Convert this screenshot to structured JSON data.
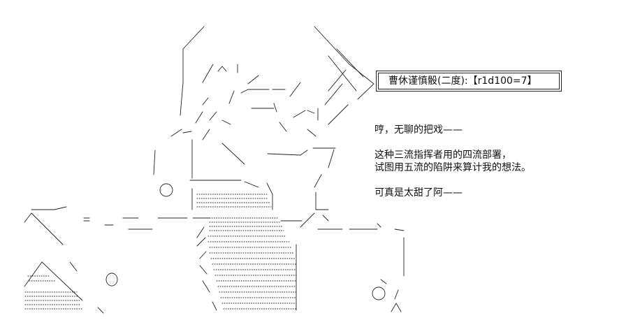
{
  "roll_box": {
    "text": "曹休谨慎骰(二度):【r1d100=7】"
  },
  "dialog": {
    "lines": [
      "哼，无聊的把戏——",
      "",
      "这种三流指挥者用的四流部署，",
      "试图用五流的陷阱来算计我的想法。",
      "",
      "可真是太甜了阿——"
    ]
  },
  "art": {
    "description_icon": "ascii-art-figure"
  }
}
